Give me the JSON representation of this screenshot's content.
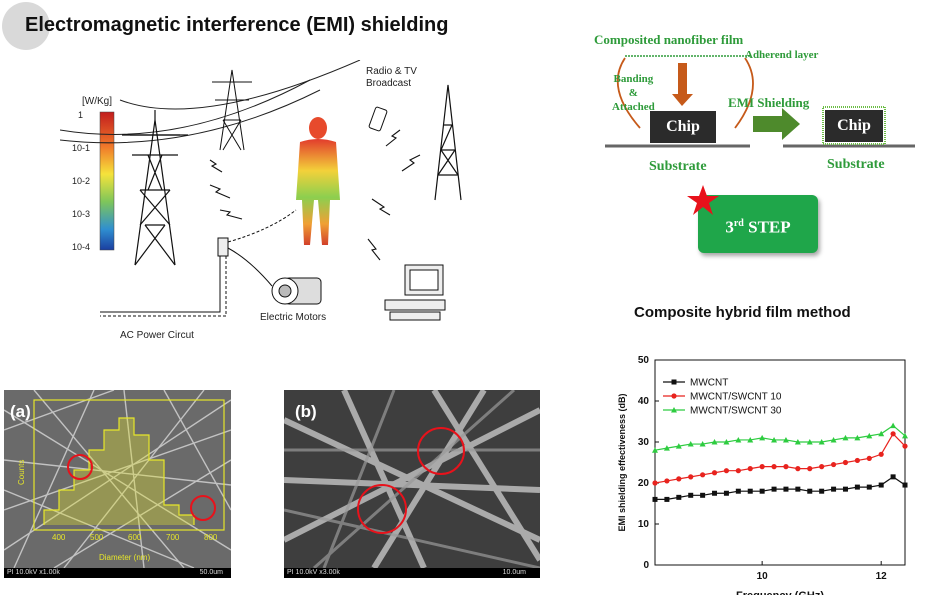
{
  "title": "Electromagnetic interference (EMI) shielding",
  "illustration": {
    "scale_unit": "[W/Kg]",
    "scale_ticks": [
      "1",
      "10-1",
      "10-2",
      "10-3",
      "10-4"
    ],
    "radio_label": "Radio & TV\nBroadcast",
    "motors_label": "Electric Motors",
    "power_label": "AC Power Circut"
  },
  "process": {
    "film_label": "Composited nanofiber film",
    "adherend_label": "Adherend layer",
    "banding_label": "Banding\n&\nAttached",
    "emi_label": "EMI Shielding",
    "chip_label": "Chip",
    "substrate_label": "Substrate",
    "step_label": "3rd STEP",
    "step_num": "3",
    "step_sup": "rd",
    "step_text": "STEP"
  },
  "sem": {
    "a": {
      "letter": "(a)",
      "info": "PI 10.0kV x1.00k",
      "scale": "50.0um",
      "hist_xlabel": "Diameter (nm)",
      "hist_ylabel": "Counts",
      "hist_xticks": [
        "400",
        "500",
        "600",
        "700",
        "800"
      ]
    },
    "b": {
      "letter": "(b)",
      "info": "PI 10.0kV x3.00k",
      "scale": "10.0um"
    }
  },
  "chart_title": "Composite hybrid film method",
  "chart_data": {
    "type": "line",
    "title": "Composite hybrid film method",
    "xlabel": "Frequency (GHz)",
    "ylabel": "EMI shielding effectiveness (dB)",
    "xlim": [
      8.2,
      12.4
    ],
    "ylim": [
      0,
      50
    ],
    "xticks": [
      10,
      12
    ],
    "yticks": [
      0,
      10,
      20,
      30,
      40,
      50
    ],
    "legend_position": "top-left",
    "x": [
      8.2,
      8.4,
      8.6,
      8.8,
      9.0,
      9.2,
      9.4,
      9.6,
      9.8,
      10.0,
      10.2,
      10.4,
      10.6,
      10.8,
      11.0,
      11.2,
      11.4,
      11.6,
      11.8,
      12.0,
      12.2,
      12.4
    ],
    "series": [
      {
        "name": "MWCNT",
        "color": "#111111",
        "marker": "square",
        "values": [
          16,
          16,
          16.5,
          17,
          17,
          17.5,
          17.5,
          18,
          18,
          18,
          18.5,
          18.5,
          18.5,
          18,
          18,
          18.5,
          18.5,
          19,
          19,
          19.5,
          21.5,
          19.5
        ]
      },
      {
        "name": "MWCNT/SWCNT 10",
        "color": "#e8231e",
        "marker": "circle",
        "values": [
          20,
          20.5,
          21,
          21.5,
          22,
          22.5,
          23,
          23,
          23.5,
          24,
          24,
          24,
          23.5,
          23.5,
          24,
          24.5,
          25,
          25.5,
          26,
          27,
          32,
          29
        ]
      },
      {
        "name": "MWCNT/SWCNT 30",
        "color": "#2ecc40",
        "marker": "triangle",
        "values": [
          28,
          28.5,
          29,
          29.5,
          29.5,
          30,
          30,
          30.5,
          30.5,
          31,
          30.5,
          30.5,
          30,
          30,
          30,
          30.5,
          31,
          31,
          31.5,
          32,
          34,
          31.5
        ]
      }
    ]
  }
}
